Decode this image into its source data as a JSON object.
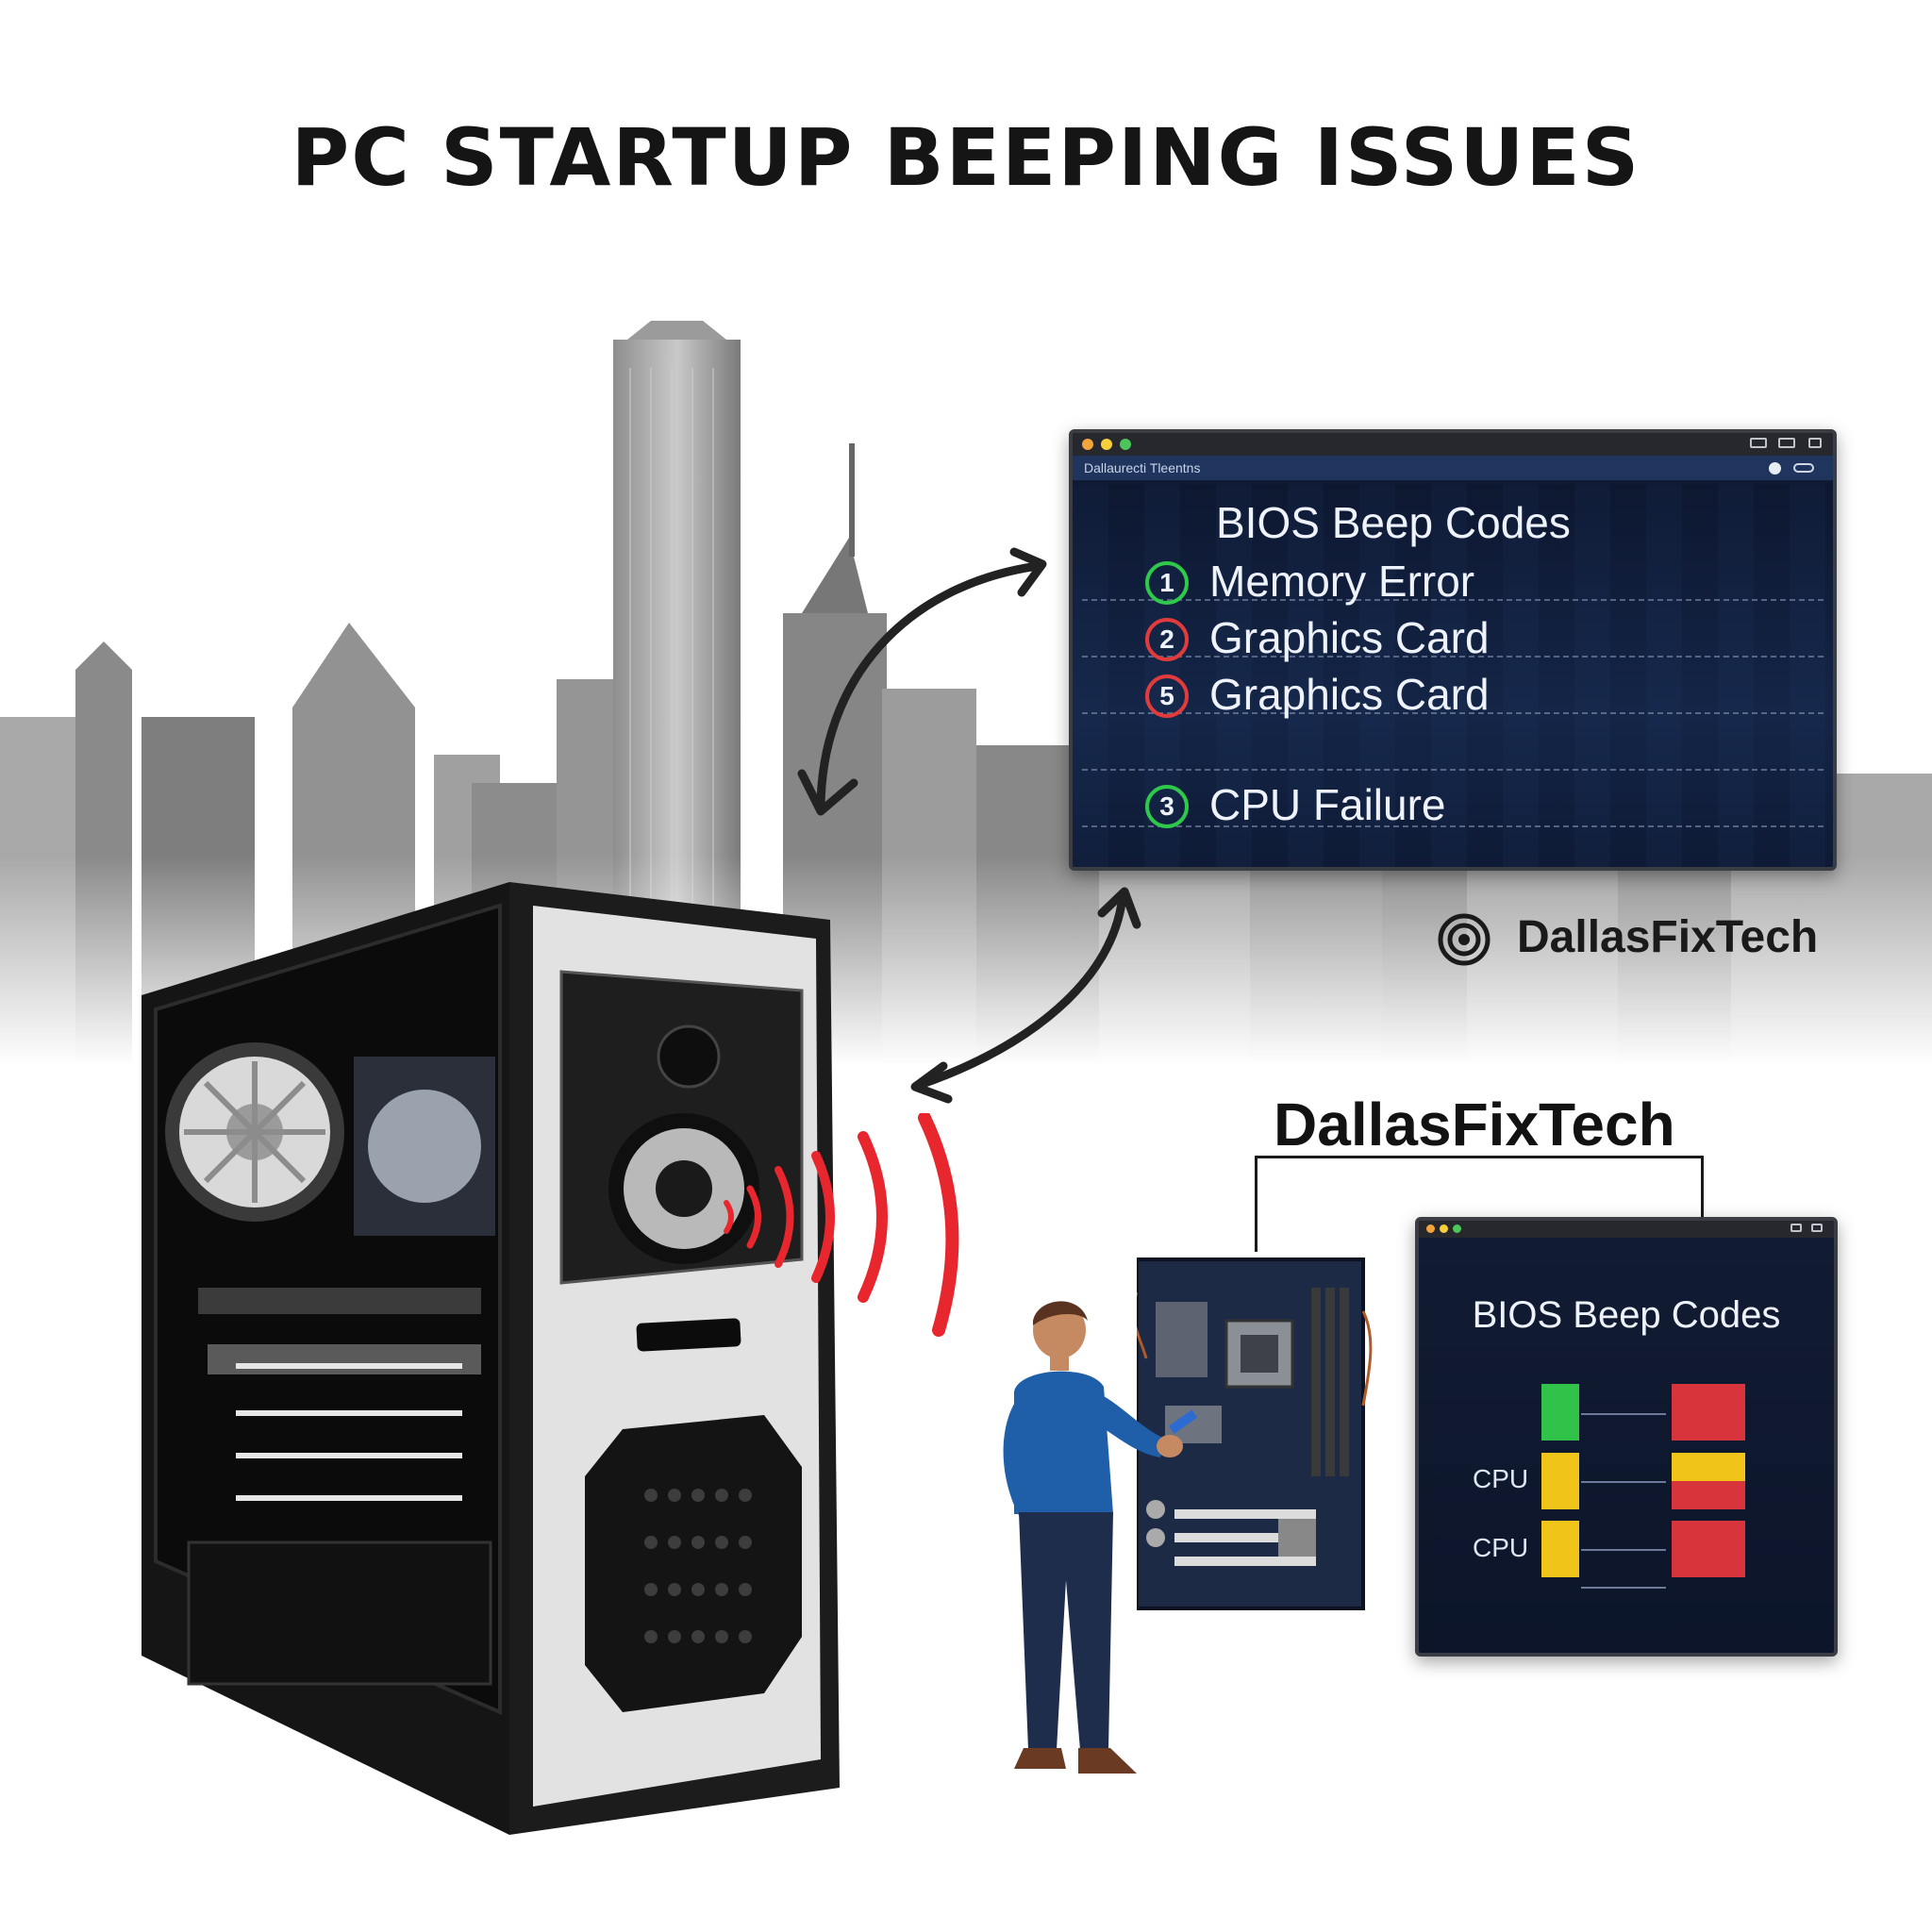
{
  "title": "PC STARTUP BEEPING ISSUES",
  "main_window": {
    "address_text": "Dallaurecti Tleentns",
    "heading": "BIOS Beep Codes",
    "codes": [
      {
        "number": "1",
        "label": "Memory Error",
        "color": "#2ec84a"
      },
      {
        "number": "2",
        "label": "Graphics Card",
        "color": "#e23b3b"
      },
      {
        "number": "5",
        "label": "Graphics Card",
        "color": "#e23b3b"
      },
      {
        "number": "3",
        "label": "CPU Failure",
        "color": "#2ec84a"
      }
    ]
  },
  "logo": {
    "text": "DallasFixTech",
    "icon": "concentric-rings-icon"
  },
  "brand_label": "DallasFixTech",
  "small_window": {
    "heading": "BIOS Beep Codes",
    "row_labels": [
      "",
      "CPU",
      "CPU"
    ],
    "status_colors": {
      "green": "#31c24a",
      "red": "#d8343c",
      "yellow": "#f0c419"
    }
  },
  "colors": {
    "wave": "#e8262e",
    "window_bg": "#0f1a33"
  }
}
